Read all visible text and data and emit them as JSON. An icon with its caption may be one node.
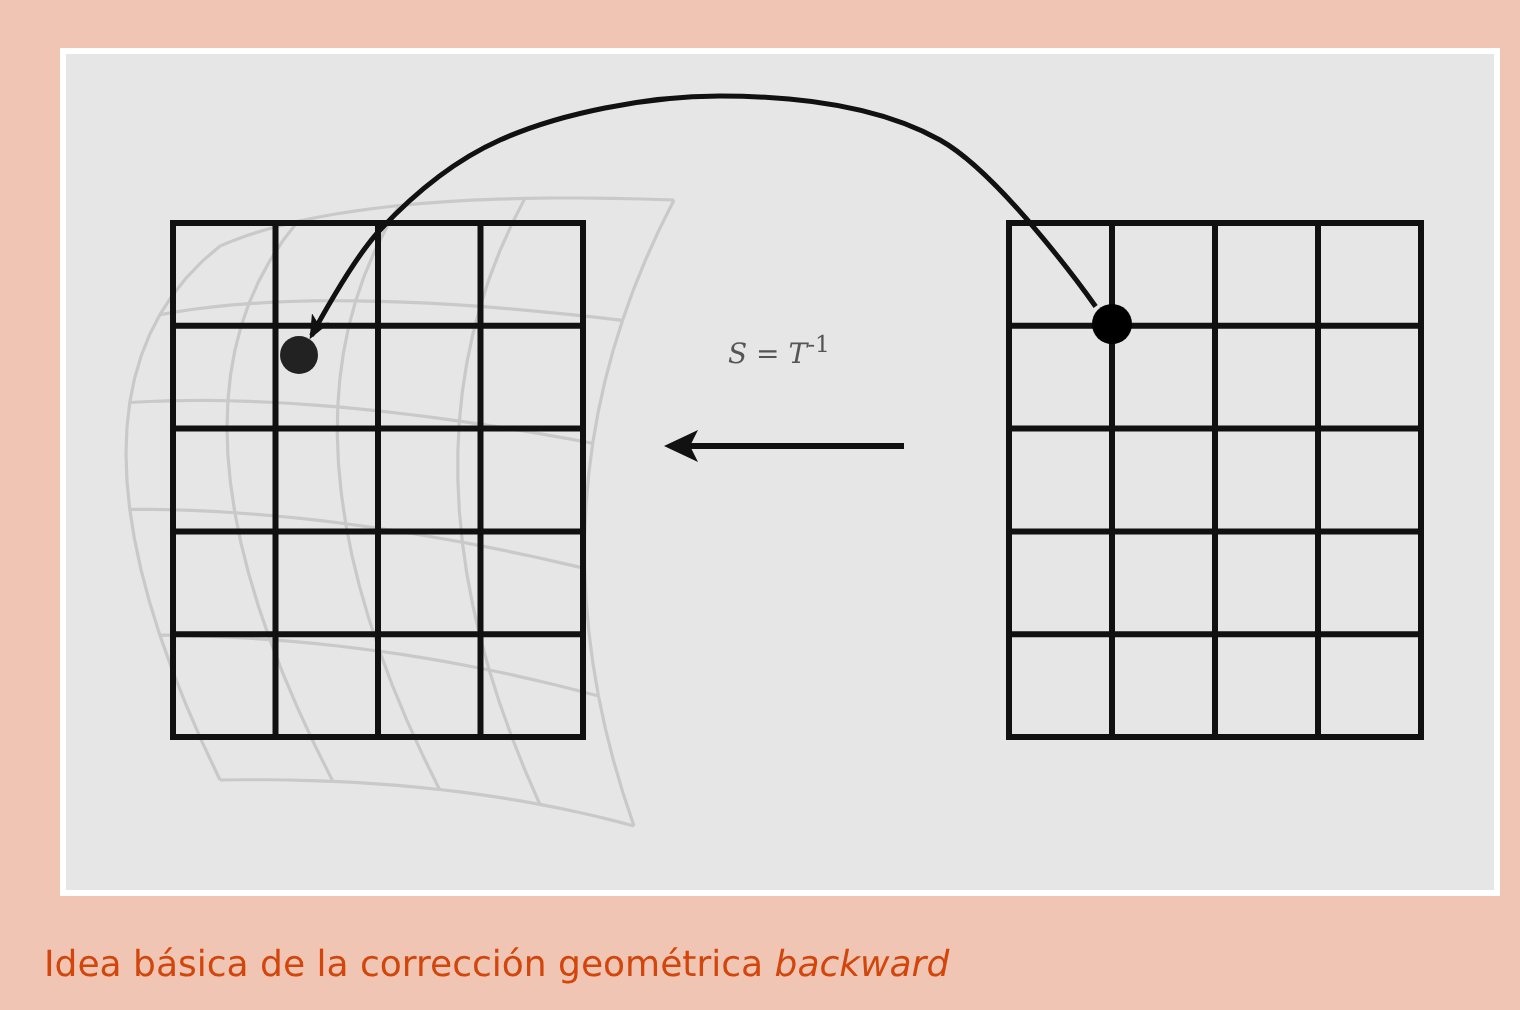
{
  "diagram": {
    "caption": "Idea básica de la corrección geométrica *backward*",
    "nodes": [
      {
        "text": [],
        "shape": "box"
      },
      {
        "text": [],
        "shape": "circle",
        "in": 0
      },
      {
        "text": [],
        "shape": "box"
      },
      {
        "text": [],
        "shape": "circle",
        "in": 2
      }
    ],
    "edges": [
      {
        "from": 3,
        "to": 1,
        "arrow": "to"
      }
    ],
    "labels": [
      "*S* = *T*$^{-1}$"
    ]
  }
}
